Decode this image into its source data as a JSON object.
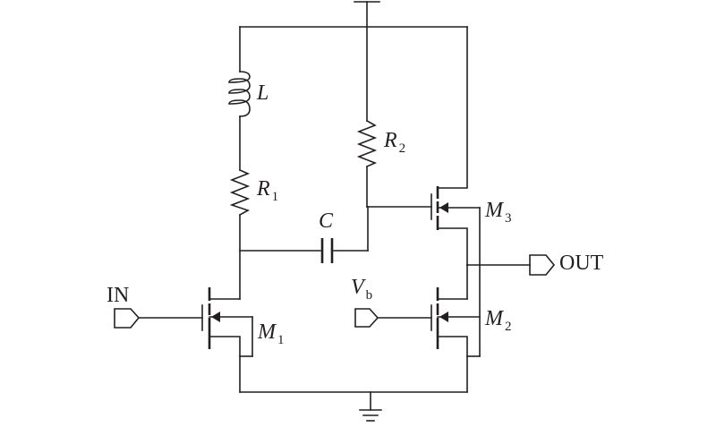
{
  "components": {
    "inductor": {
      "name": "L"
    },
    "resistor1": {
      "name": "R",
      "sub": "1"
    },
    "resistor2": {
      "name": "R",
      "sub": "2"
    },
    "capacitor": {
      "name": "C"
    },
    "transistor1": {
      "name": "M",
      "sub": "1"
    },
    "transistor2": {
      "name": "M",
      "sub": "2"
    },
    "transistor3": {
      "name": "M",
      "sub": "3"
    }
  },
  "ports": {
    "input": "IN",
    "output": "OUT",
    "bias": {
      "name": "V",
      "sub": "b"
    }
  }
}
